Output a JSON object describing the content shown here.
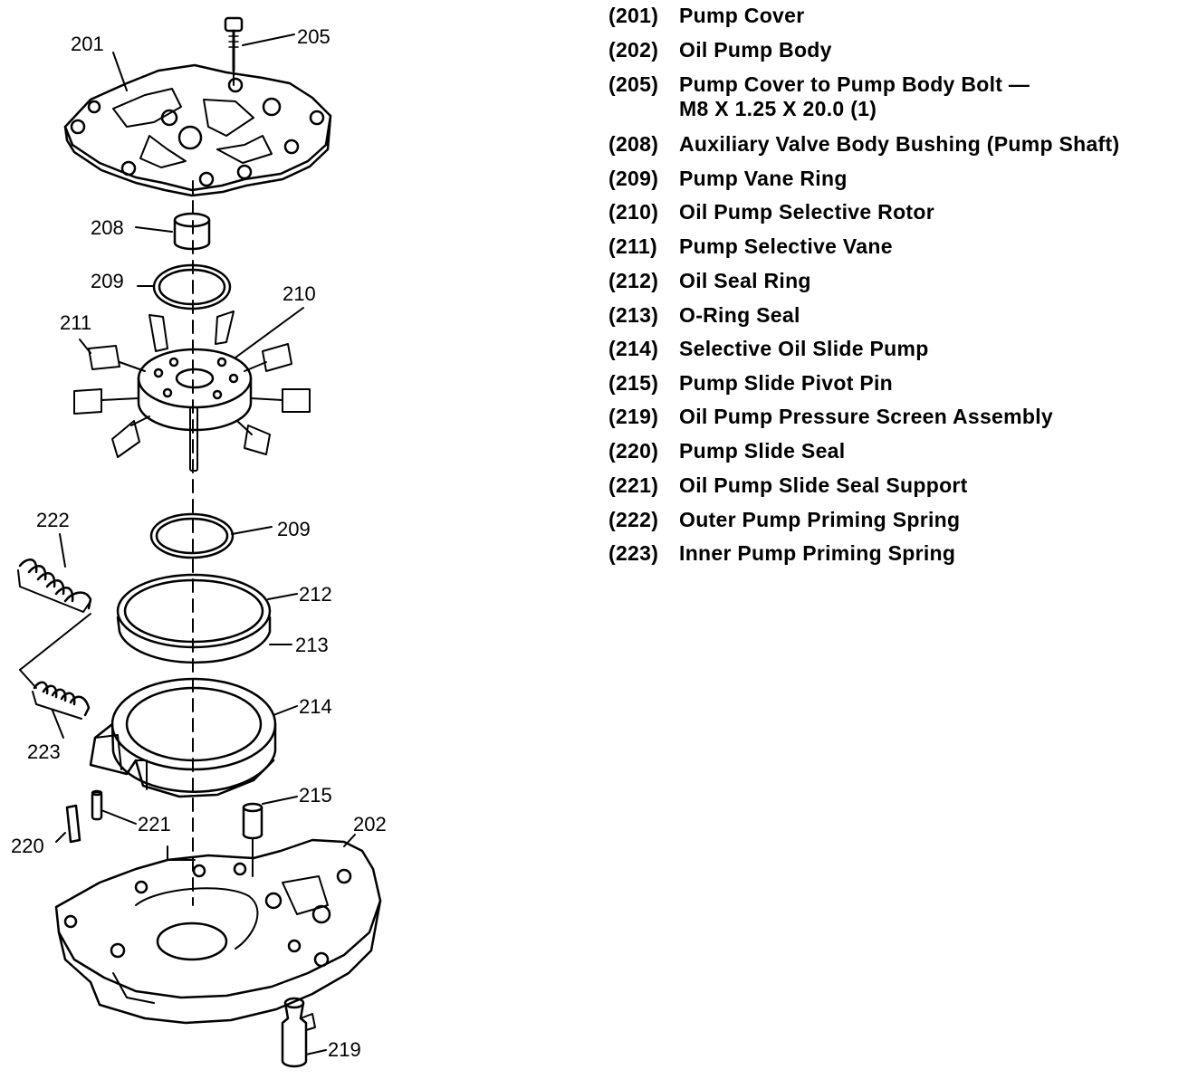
{
  "callouts": {
    "c201": "201",
    "c205": "205",
    "c208": "208",
    "c209a": "209",
    "c210": "210",
    "c211": "211",
    "c209b": "209",
    "c222": "222",
    "c212": "212",
    "c213": "213",
    "c214": "214",
    "c223": "223",
    "c215": "215",
    "c221": "221",
    "c202": "202",
    "c220": "220",
    "c219": "219"
  },
  "legend": [
    {
      "num": "(201)",
      "text": "Pump Cover"
    },
    {
      "num": "(202)",
      "text": "Oil Pump Body"
    },
    {
      "num": "(205)",
      "text": "Pump Cover to Pump Body Bolt —",
      "text2": "M8 X 1.25 X 20.0 (1)"
    },
    {
      "num": "(208)",
      "text": "Auxiliary Valve Body Bushing (Pump Shaft)"
    },
    {
      "num": "(209)",
      "text": "Pump Vane Ring"
    },
    {
      "num": "(210)",
      "text": "Oil Pump Selective Rotor"
    },
    {
      "num": "(211)",
      "text": "Pump Selective Vane"
    },
    {
      "num": "(212)",
      "text": "Oil Seal Ring"
    },
    {
      "num": "(213)",
      "text": "O-Ring Seal"
    },
    {
      "num": "(214)",
      "text": "Selective Oil Slide Pump"
    },
    {
      "num": "(215)",
      "text": "Pump Slide Pivot Pin"
    },
    {
      "num": "(219)",
      "text": "Oil Pump Pressure Screen Assembly"
    },
    {
      "num": "(220)",
      "text": "Pump Slide Seal"
    },
    {
      "num": "(221)",
      "text": "Oil Pump Slide Seal Support"
    },
    {
      "num": "(222)",
      "text": "Outer Pump Priming Spring"
    },
    {
      "num": "(223)",
      "text": "Inner Pump Priming Spring"
    }
  ]
}
